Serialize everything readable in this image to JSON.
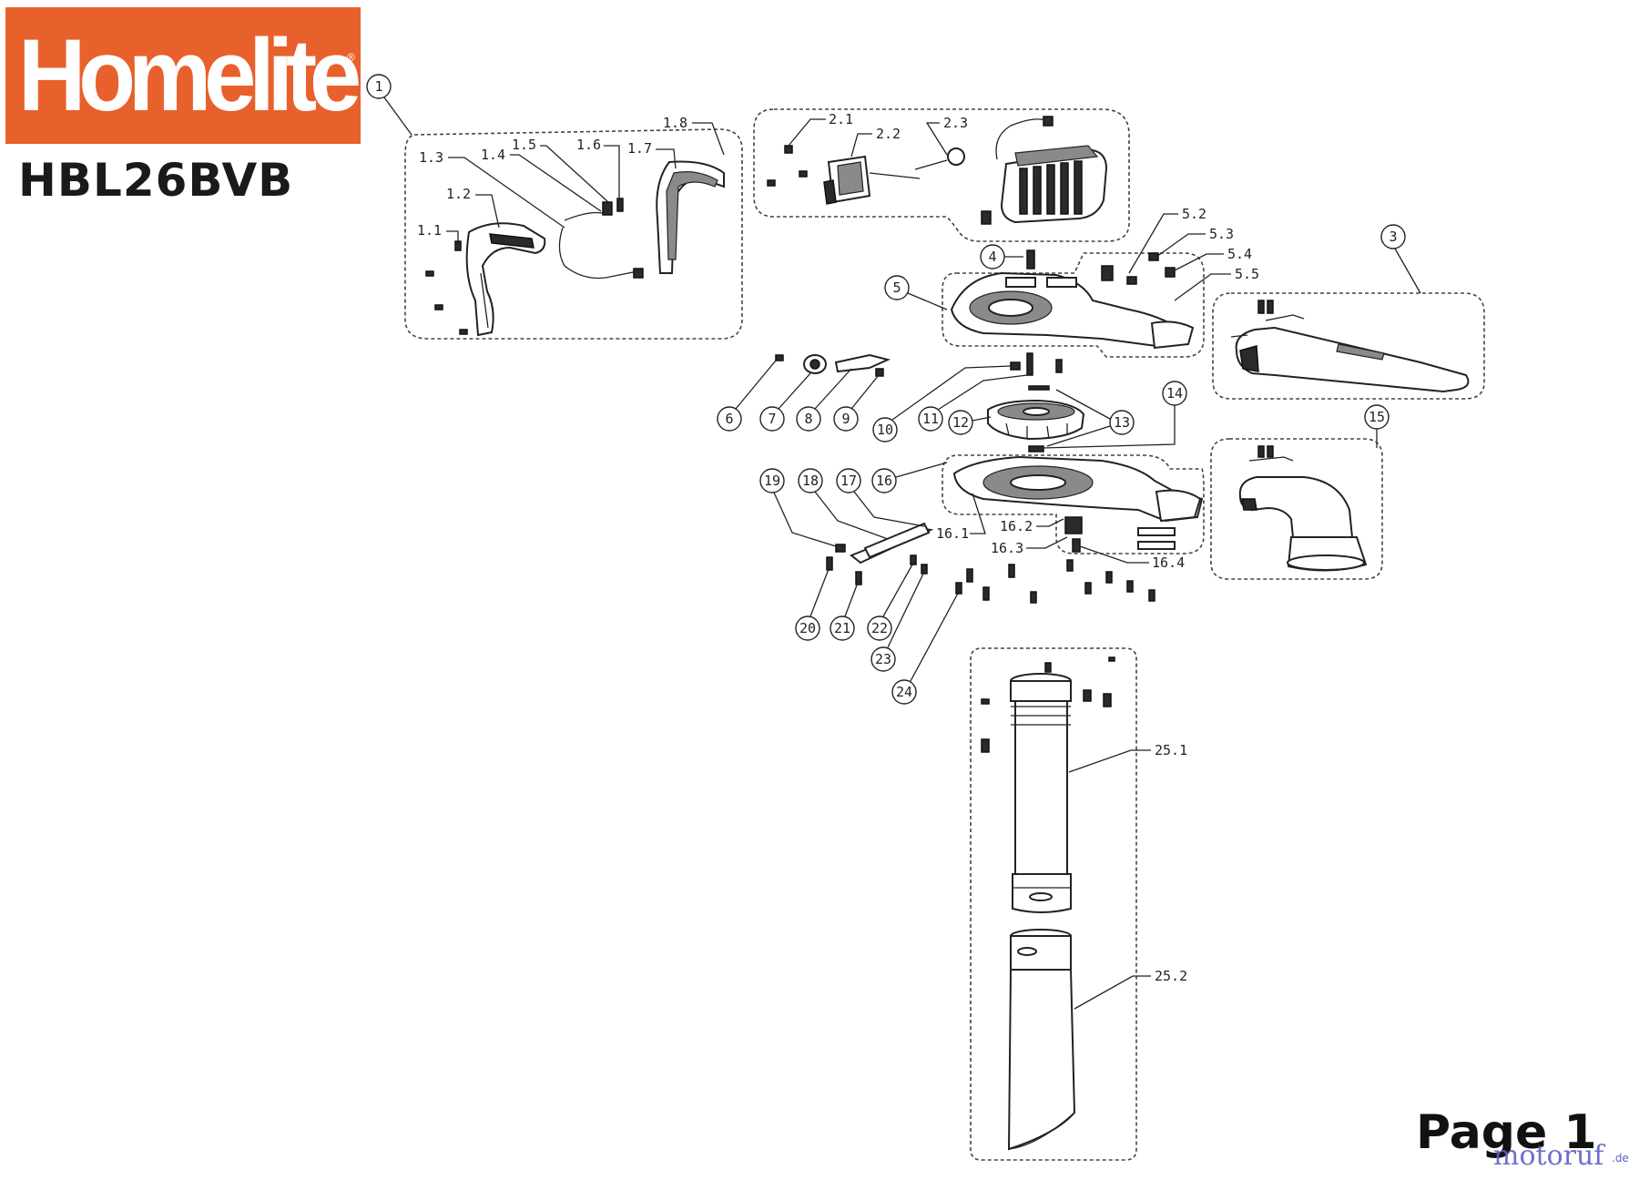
{
  "brand": {
    "logo_text": "Homelite",
    "logo_color": "#e8602c",
    "registered_mark": "®"
  },
  "model": "HBL26BVB",
  "footer": {
    "page_label": "Page 1",
    "watermark": "motoruf",
    "watermark_tld": ".de"
  },
  "part_labels": {
    "p1_1": "1.1",
    "p1_2": "1.2",
    "p1_3": "1.3",
    "p1_4": "1.4",
    "p1_5": "1.5",
    "p1_6": "1.6",
    "p1_7": "1.7",
    "p1_8": "1.8",
    "p2_1": "2.1",
    "p2_2": "2.2",
    "p2_3": "2.3",
    "p5_2": "5.2",
    "p5_3": "5.3",
    "p5_4": "5.4",
    "p5_5": "5.5",
    "p16_1": "16.1",
    "p16_2": "16.2",
    "p16_3": "16.3",
    "p16_4": "16.4",
    "p25_1": "25.1",
    "p25_2": "25.2"
  },
  "ref_numbers": {
    "r1": "1",
    "r3": "3",
    "r4": "4",
    "r5": "5",
    "r6": "6",
    "r7": "7",
    "r8": "8",
    "r9": "9",
    "r10": "10",
    "r11": "11",
    "r12": "12",
    "r13": "13",
    "r14": "14",
    "r15": "15",
    "r16": "16",
    "r17": "17",
    "r18": "18",
    "r19": "19",
    "r20": "20",
    "r21": "21",
    "r22": "22",
    "r23": "23",
    "r24": "24"
  }
}
